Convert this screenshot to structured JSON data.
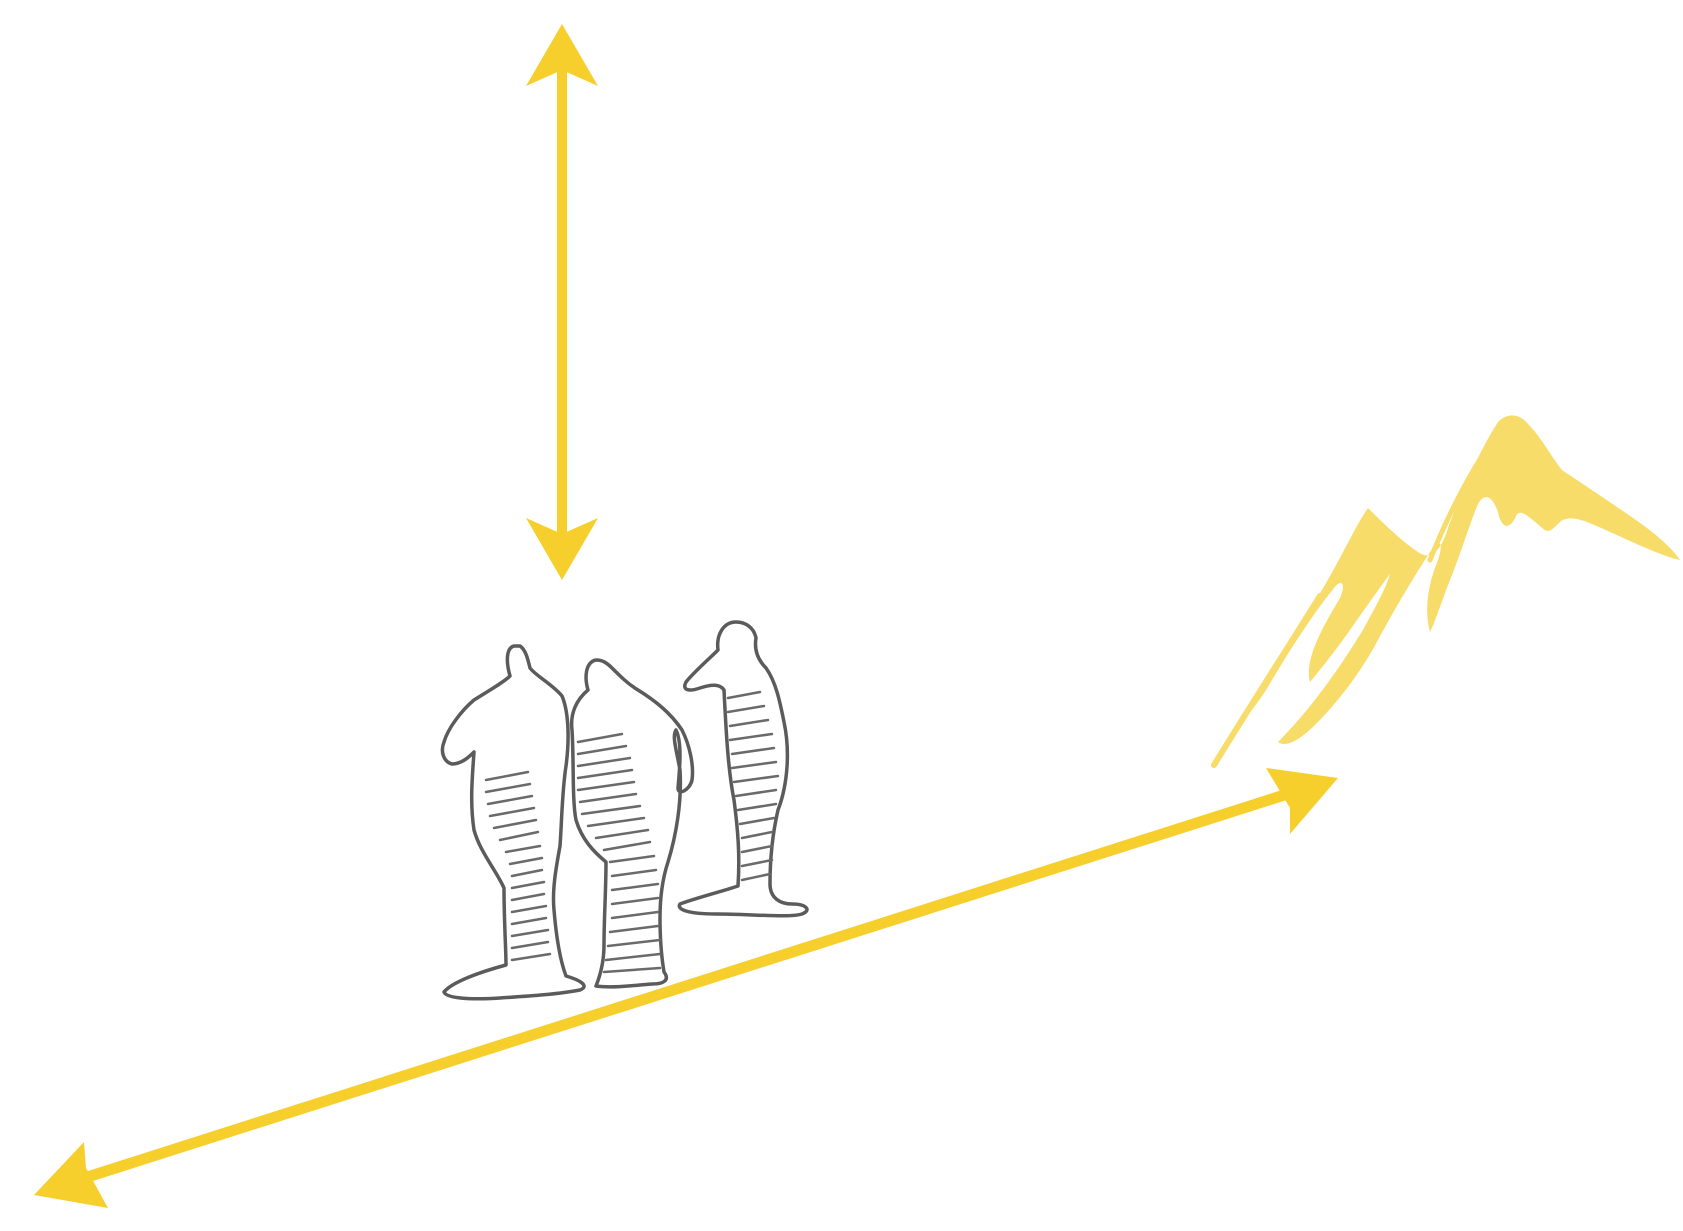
{
  "diagram": {
    "background_color": "#ffffff",
    "arrow_color": "#f6cf2d",
    "mountain_color": "#f8dc6a",
    "sketch_color": "#5b5b5b",
    "hatch_color": "#6a6a6a",
    "elements": [
      {
        "name": "vertical-height-arrow",
        "kind": "double-arrow",
        "meaning": "vertical"
      },
      {
        "name": "horizon-distance-arrow",
        "kind": "double-arrow",
        "meaning": "distance-to-horizon"
      },
      {
        "name": "people-group",
        "kind": "sketch",
        "count": 3
      },
      {
        "name": "mountain-icon",
        "kind": "sketch"
      }
    ]
  }
}
